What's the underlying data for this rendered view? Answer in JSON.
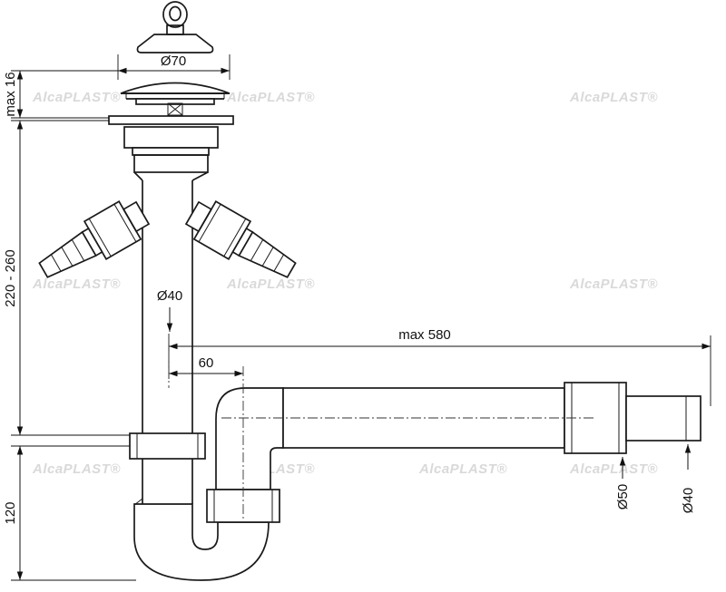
{
  "watermark": "AlcaPLAST®",
  "labels": {
    "plug_diameter": "Ø70",
    "strainer_height": "max 16",
    "inlet_height_range": "220 - 260",
    "pipe_diameter": "Ø40",
    "hose_max_length": "max 580",
    "elbow_offset": "60",
    "trap_depth": "120",
    "outlet_nut_diameter": "Ø50",
    "outlet_pipe_diameter": "Ø40"
  }
}
